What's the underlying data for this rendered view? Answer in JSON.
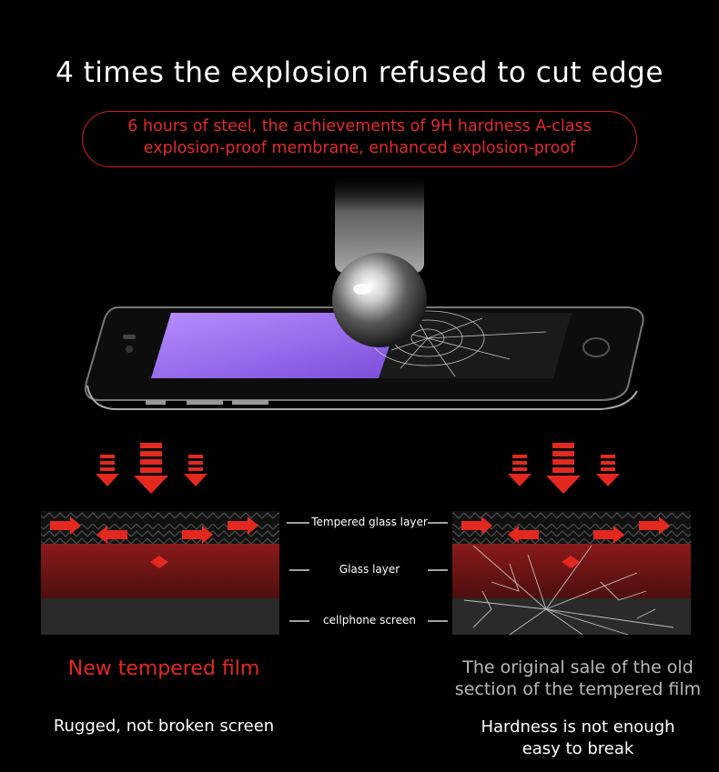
{
  "headline": "4 times the explosion refused to cut edge",
  "subheadline": {
    "line1": "6 hours of steel, the achievements of 9H hardness A-class",
    "line2": "explosion-proof membrane, enhanced explosion-proof"
  },
  "layer_labels": {
    "tempered_glass": "Tempered glass layer",
    "glass": "Glass layer",
    "screen": "cellphone screen"
  },
  "left_panel": {
    "caption": "New tempered film",
    "description": "Rugged, not broken screen"
  },
  "right_panel": {
    "caption_line1": "The original sale of the old",
    "caption_line2": "section of the tempered film",
    "description_line1": "Hardness is not enough",
    "description_line2": "easy to break"
  },
  "colors": {
    "background": "#000000",
    "accent_red": "#e3291f",
    "glass_layer": "#7a1414",
    "screen_layer": "#2a2a2a"
  },
  "icons": {
    "ball": "steel-ball-icon",
    "arrow": "red-down-arrow-icon",
    "phone": "phone-illustration-icon"
  }
}
